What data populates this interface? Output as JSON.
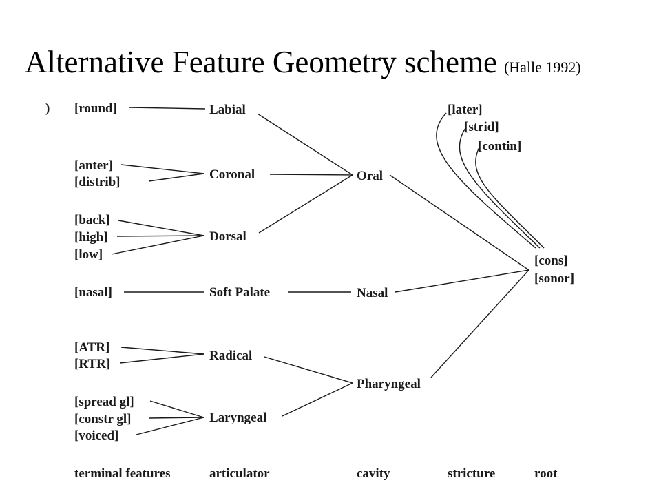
{
  "title": {
    "main": "Alternative Feature Geometry scheme",
    "sub": "(Halle 1992)"
  },
  "marker": ")",
  "terminal_features": {
    "round": "[round]",
    "anter": "[anter]",
    "distrib": "[distrib]",
    "back": "[back]",
    "high": "[high]",
    "low": "[low]",
    "nasal": "[nasal]",
    "atr": "[ATR]",
    "rtr": "[RTR]",
    "spread_gl": "[spread gl]",
    "constr_gl": "[constr gl]",
    "voiced": "[voiced]"
  },
  "articulators": {
    "labial": "Labial",
    "coronal": "Coronal",
    "dorsal": "Dorsal",
    "soft_palate": "Soft Palate",
    "radical": "Radical",
    "laryngeal": "Laryngeal"
  },
  "cavities": {
    "oral": "Oral",
    "nasal": "Nasal",
    "pharyngeal": "Pharyngeal"
  },
  "stricture": {
    "later": "[later]",
    "strid": "[strid]",
    "contin": "[contin]"
  },
  "root": {
    "cons": "[cons]",
    "sonor": "[sonor]"
  },
  "column_labels": {
    "terminal": "terminal features",
    "articulator": "articulator",
    "cavity": "cavity",
    "stricture": "stricture",
    "root": "root"
  }
}
